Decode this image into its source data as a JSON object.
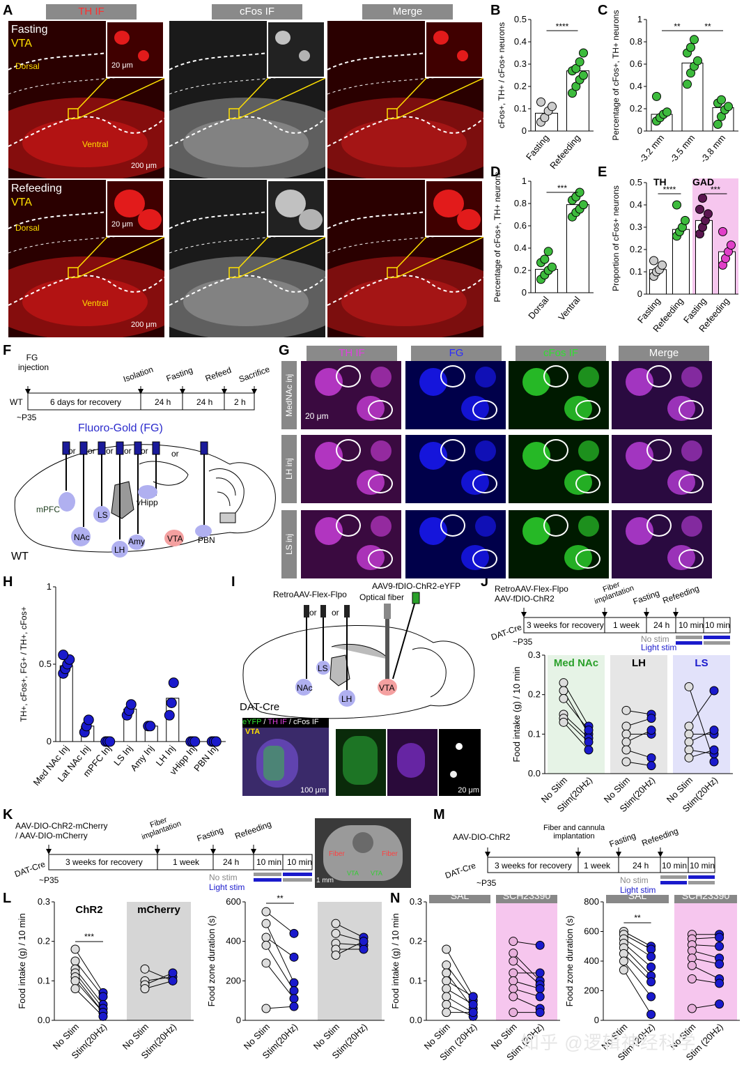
{
  "panel_letters": [
    "A",
    "B",
    "C",
    "D",
    "E",
    "F",
    "G",
    "H",
    "I",
    "J",
    "K",
    "L",
    "M",
    "N"
  ],
  "panelA": {
    "headers": {
      "th": "TH IF",
      "cfos": "cFos IF",
      "merge": "Merge"
    },
    "row1_condition": "Fasting",
    "row2_condition": "Refeeding",
    "region": "VTA",
    "dorsal": "Dorsal",
    "ventral": "Ventral",
    "scale_inset": "20 μm",
    "scale_main": "200 μm"
  },
  "panelF": {
    "fg_injection": "FG\ninjection",
    "isolation": "Isolation",
    "fasting": "Fasting",
    "refeed": "Refeed",
    "sacrifice": "Sacrifice",
    "wt": "WT",
    "recovery": "6 days for recovery",
    "t24a": "24 h",
    "t24b": "24 h",
    "t2": "2 h",
    "age": "~P35",
    "fg_title": "Fluoro-Gold (FG)",
    "or": "or",
    "regions": [
      "mPFC",
      "LS",
      "NAc",
      "LH",
      "Amy",
      "vHipp",
      "VTA",
      "PBN"
    ],
    "wt_label": "WT"
  },
  "panelG": {
    "headers": [
      "TH IF",
      "FG",
      "cFos IF",
      "Merge"
    ],
    "rows": [
      "MedNAc inj",
      "LH inj",
      "LS inj"
    ],
    "scale": "20 μm"
  },
  "panelI": {
    "retro": "RetroAAV-Flex-Flpo",
    "aav": "AAV9-fDIO-ChR2-eYFP",
    "fiber": "Optical fiber",
    "or": "or",
    "regions": [
      "NAc",
      "LS",
      "LH",
      "VTA"
    ],
    "line": "DAT-Cre",
    "stain_a": "eYFP",
    "stain_b": "TH IF",
    "stain_c": "cFos IF",
    "vta": "VTA",
    "scale_a": "100 μm",
    "scale_b": "20 μm"
  },
  "panelJ": {
    "virus1": "RetroAAV-Flex-Flpo",
    "virus2": "AAV-fDIO-ChR2",
    "fiber": "Fiber\nimplantation",
    "fasting": "Fasting",
    "refeeding": "Refeeding",
    "line": "DAT-Cre",
    "recovery": "3 weeks for recovery",
    "week": "1 week",
    "t24": "24 h",
    "t10a": "10 min",
    "t10b": "10 min",
    "age": "~P35",
    "nostim": "No stim",
    "light": "Light stim"
  },
  "panelK": {
    "virus1": "AAV-DIO-ChR2-mCherry",
    "virus2": "/ AAV-DIO-mCherry",
    "fiber": "Fiber\nimplantation",
    "fasting": "Fasting",
    "refeeding": "Refeeding",
    "line": "DAT-Cre",
    "recovery": "3 weeks for recovery",
    "week": "1 week",
    "t24": "24 h",
    "t10a": "10 min",
    "t10b": "10 min",
    "age": "~P35",
    "nostim": "No stim",
    "light": "Light stim",
    "inset_fiber": "Fiber",
    "inset_mm": "1 mm",
    "inset_vta": "VTA"
  },
  "panelM": {
    "virus": "AAV-DIO-ChR2",
    "fiber": "Fiber and cannula\nimplantation",
    "fasting": "Fasting",
    "refeeding": "Refeeding",
    "line": "DAT-Cre",
    "recovery": "3 weeks for recovery",
    "week": "1 week",
    "t24": "24 h",
    "t10a": "10 min",
    "t10b": "10 min",
    "age": "~P35",
    "nostim": "No stim",
    "light": "Light stim"
  },
  "watermark": "知乎 @逻辑神经科学",
  "colors": {
    "green": "#3dbb3d",
    "blue": "#1a1acc",
    "pink": "#e040c8",
    "grey": "#cfcfcf",
    "pinkbg": "#f6c6ee",
    "lightgreen": "#e6f3e6",
    "lightblue": "#e2e2fa"
  },
  "chart_data": [
    {
      "id": "B",
      "type": "bar",
      "categories": [
        "Fasting",
        "Refeeding"
      ],
      "values": [
        0.08,
        0.27
      ],
      "points": [
        [
          0.04,
          0.06,
          0.09,
          0.11,
          0.13
        ],
        [
          0.17,
          0.2,
          0.23,
          0.25,
          0.27,
          0.28,
          0.31,
          0.35
        ]
      ],
      "colors": [
        "#ccc",
        "#3dbb3d"
      ],
      "ylabel": "cFos+, TH+ / cFos+ neurons",
      "ylim": [
        0,
        0.5
      ],
      "yticks": [
        0,
        0.1,
        0.2,
        0.3,
        0.4,
        0.5
      ],
      "sig": [
        {
          "from": 0,
          "to": 1,
          "text": "****"
        }
      ]
    },
    {
      "id": "C",
      "type": "bar",
      "categories": [
        "-3.2 mm",
        "-3.5 mm",
        "-3.8 mm"
      ],
      "values": [
        0.15,
        0.61,
        0.21
      ],
      "points": [
        [
          0.09,
          0.12,
          0.15,
          0.17,
          0.31
        ],
        [
          0.42,
          0.52,
          0.58,
          0.63,
          0.7,
          0.75,
          0.82
        ],
        [
          0.06,
          0.13,
          0.19,
          0.22,
          0.25,
          0.28
        ]
      ],
      "colors": [
        "#3dbb3d",
        "#3dbb3d",
        "#3dbb3d"
      ],
      "ylabel": "Percentage of cFos+, TH+ neurons",
      "ylim": [
        0,
        1.0
      ],
      "yticks": [
        0,
        0.2,
        0.4,
        0.6,
        0.8,
        1.0
      ],
      "sig": [
        {
          "from": 0,
          "to": 1,
          "text": "**"
        },
        {
          "from": 1,
          "to": 2,
          "text": "**"
        }
      ]
    },
    {
      "id": "D",
      "type": "bar",
      "categories": [
        "Dorsal",
        "Ventral"
      ],
      "values": [
        0.21,
        0.79
      ],
      "points": [
        [
          0.12,
          0.16,
          0.2,
          0.23,
          0.27,
          0.3,
          0.37
        ],
        [
          0.68,
          0.72,
          0.75,
          0.79,
          0.83,
          0.86,
          0.9
        ]
      ],
      "colors": [
        "#3dbb3d",
        "#3dbb3d"
      ],
      "ylabel": "Percentage of cFos+, TH+ neurons",
      "ylim": [
        0,
        1.0
      ],
      "yticks": [
        0,
        0.2,
        0.4,
        0.6,
        0.8,
        1.0
      ],
      "sig": [
        {
          "from": 0,
          "to": 1,
          "text": "***"
        }
      ]
    },
    {
      "id": "E",
      "type": "bar",
      "categories": [
        "Fasting",
        "Refeeding",
        "Fasting",
        "Refeeding"
      ],
      "groups": [
        "TH",
        "GAD"
      ],
      "values": [
        0.11,
        0.29,
        0.33,
        0.19
      ],
      "points": [
        [
          0.08,
          0.1,
          0.11,
          0.13,
          0.15
        ],
        [
          0.26,
          0.28,
          0.3,
          0.33,
          0.4
        ],
        [
          0.27,
          0.3,
          0.33,
          0.36,
          0.38,
          0.43
        ],
        [
          0.13,
          0.16,
          0.19,
          0.22,
          0.28
        ]
      ],
      "colors": [
        "#ccc",
        "#3dbb3d",
        "#5a1650",
        "#e040c8"
      ],
      "ylabel": "Proportion of cFos+ neurons",
      "ylim": [
        0,
        0.5
      ],
      "yticks": [
        0,
        0.1,
        0.2,
        0.3,
        0.4,
        0.5
      ],
      "sig": [
        {
          "from": 0,
          "to": 1,
          "text": "****"
        },
        {
          "from": 2,
          "to": 3,
          "text": "***"
        }
      ]
    },
    {
      "id": "H",
      "type": "bar",
      "categories": [
        "Med NAc Inj",
        "Lat NAc Inj",
        "mPFC Inj",
        "LS Inj",
        "Amy Inj",
        "LH Inj",
        "vHipp Inj",
        "PBN Inj"
      ],
      "values": [
        0.49,
        0.1,
        0.0,
        0.21,
        0.1,
        0.28,
        0.0,
        0.0
      ],
      "points": [
        [
          0.44,
          0.47,
          0.5,
          0.53,
          0.56
        ],
        [
          0.06,
          0.1,
          0.14
        ],
        [
          0,
          0,
          0
        ],
        [
          0.17,
          0.2,
          0.24
        ],
        [
          0.1,
          0.1
        ],
        [
          0.17,
          0.25,
          0.38
        ],
        [
          0,
          0,
          0
        ],
        [
          0,
          0,
          0
        ]
      ],
      "ylabel": "TH+, cFos+, FG+ / TH+, cFos+",
      "ylim": [
        0,
        1.0
      ],
      "yticks": [
        0.0,
        0.5,
        1.0
      ]
    },
    {
      "id": "J",
      "type": "paired",
      "groups": [
        "Med NAc",
        "LH",
        "LS"
      ],
      "categories": [
        "No Stim",
        "Stim(20Hz)"
      ],
      "pairs": [
        [
          [
            0.23,
            0.12
          ],
          [
            0.21,
            0.1
          ],
          [
            0.19,
            0.11
          ],
          [
            0.15,
            0.09
          ],
          [
            0.14,
            0.08
          ],
          [
            0.13,
            0.06
          ]
        ],
        [
          [
            0.16,
            0.15
          ],
          [
            0.12,
            0.14
          ],
          [
            0.1,
            0.1
          ],
          [
            0.08,
            0.11
          ],
          [
            0.06,
            0.04
          ],
          [
            0.03,
            0.02
          ]
        ],
        [
          [
            0.22,
            0.03
          ],
          [
            0.12,
            0.21
          ],
          [
            0.1,
            0.1
          ],
          [
            0.08,
            0.11
          ],
          [
            0.06,
            0.05
          ],
          [
            0.04,
            0.06
          ]
        ]
      ],
      "ylabel": "Food intake (g) / 10 min",
      "ylim": [
        0,
        0.3
      ],
      "yticks": [
        0.0,
        0.1,
        0.2,
        0.3
      ]
    },
    {
      "id": "L1",
      "type": "paired",
      "groups": [
        "ChR2",
        "mCherry"
      ],
      "categories": [
        "No Stim",
        "Stim(20Hz)"
      ],
      "pairs": [
        [
          [
            0.18,
            0.07
          ],
          [
            0.15,
            0.06
          ],
          [
            0.13,
            0.04
          ],
          [
            0.12,
            0.03
          ],
          [
            0.11,
            0.02
          ],
          [
            0.1,
            0.02
          ],
          [
            0.08,
            0.01
          ]
        ],
        [
          [
            0.13,
            0.1
          ],
          [
            0.1,
            0.11
          ],
          [
            0.09,
            0.12
          ],
          [
            0.08,
            0.1
          ]
        ]
      ],
      "ylabel": "Food intake (g) / 10 min",
      "ylim": [
        0,
        0.3
      ],
      "yticks": [
        0.0,
        0.1,
        0.2,
        0.3
      ],
      "sig": "***"
    },
    {
      "id": "L2",
      "type": "paired",
      "categories": [
        "No Stim",
        "Stim(20Hz)"
      ],
      "pairs": [
        [
          [
            550,
            440
          ],
          [
            490,
            190
          ],
          [
            420,
            320
          ],
          [
            380,
            150
          ],
          [
            290,
            110
          ],
          [
            60,
            70
          ]
        ],
        [
          [
            490,
            420
          ],
          [
            440,
            400
          ],
          [
            390,
            380
          ],
          [
            360,
            360
          ],
          [
            330,
            400
          ]
        ]
      ],
      "ylabel": "Food zone duration (s)",
      "ylim": [
        0,
        600
      ],
      "yticks": [
        0,
        200,
        400,
        600
      ],
      "sig": "**"
    },
    {
      "id": "N1",
      "type": "paired",
      "groups": [
        "SAL",
        "SCH23390"
      ],
      "categories": [
        "No Stim",
        "Stim (20Hz)"
      ],
      "pairs": [
        [
          [
            0.18,
            0.06
          ],
          [
            0.14,
            0.05
          ],
          [
            0.12,
            0.03
          ],
          [
            0.1,
            0.06
          ],
          [
            0.08,
            0.04
          ],
          [
            0.06,
            0.02
          ],
          [
            0.04,
            0.01
          ],
          [
            0.02,
            0.02
          ]
        ],
        [
          [
            0.2,
            0.19
          ],
          [
            0.17,
            0.1
          ],
          [
            0.15,
            0.09
          ],
          [
            0.12,
            0.12
          ],
          [
            0.1,
            0.08
          ],
          [
            0.08,
            0.06
          ],
          [
            0.06,
            0.03
          ],
          [
            0.02,
            0.02
          ]
        ]
      ],
      "ylabel": "Food intake (g) / 10 min",
      "ylim": [
        0,
        0.3
      ],
      "yticks": [
        0.0,
        0.1,
        0.2,
        0.3
      ]
    },
    {
      "id": "N2",
      "type": "paired",
      "groups": [
        "SAL",
        "SCH23390"
      ],
      "categories": [
        "No Stim",
        "Stim (20Hz)"
      ],
      "pairs": [
        [
          [
            600,
            500
          ],
          [
            580,
            480
          ],
          [
            550,
            430
          ],
          [
            520,
            360
          ],
          [
            490,
            300
          ],
          [
            450,
            260
          ],
          [
            400,
            160
          ],
          [
            340,
            40
          ]
        ],
        [
          [
            580,
            580
          ],
          [
            550,
            560
          ],
          [
            510,
            500
          ],
          [
            470,
            420
          ],
          [
            420,
            380
          ],
          [
            370,
            280
          ],
          [
            280,
            250
          ],
          [
            80,
            110
          ]
        ]
      ],
      "ylabel": "Food zone duration (s)",
      "ylim": [
        0,
        800
      ],
      "yticks": [
        0,
        200,
        400,
        600,
        800
      ],
      "sig": "**"
    }
  ]
}
